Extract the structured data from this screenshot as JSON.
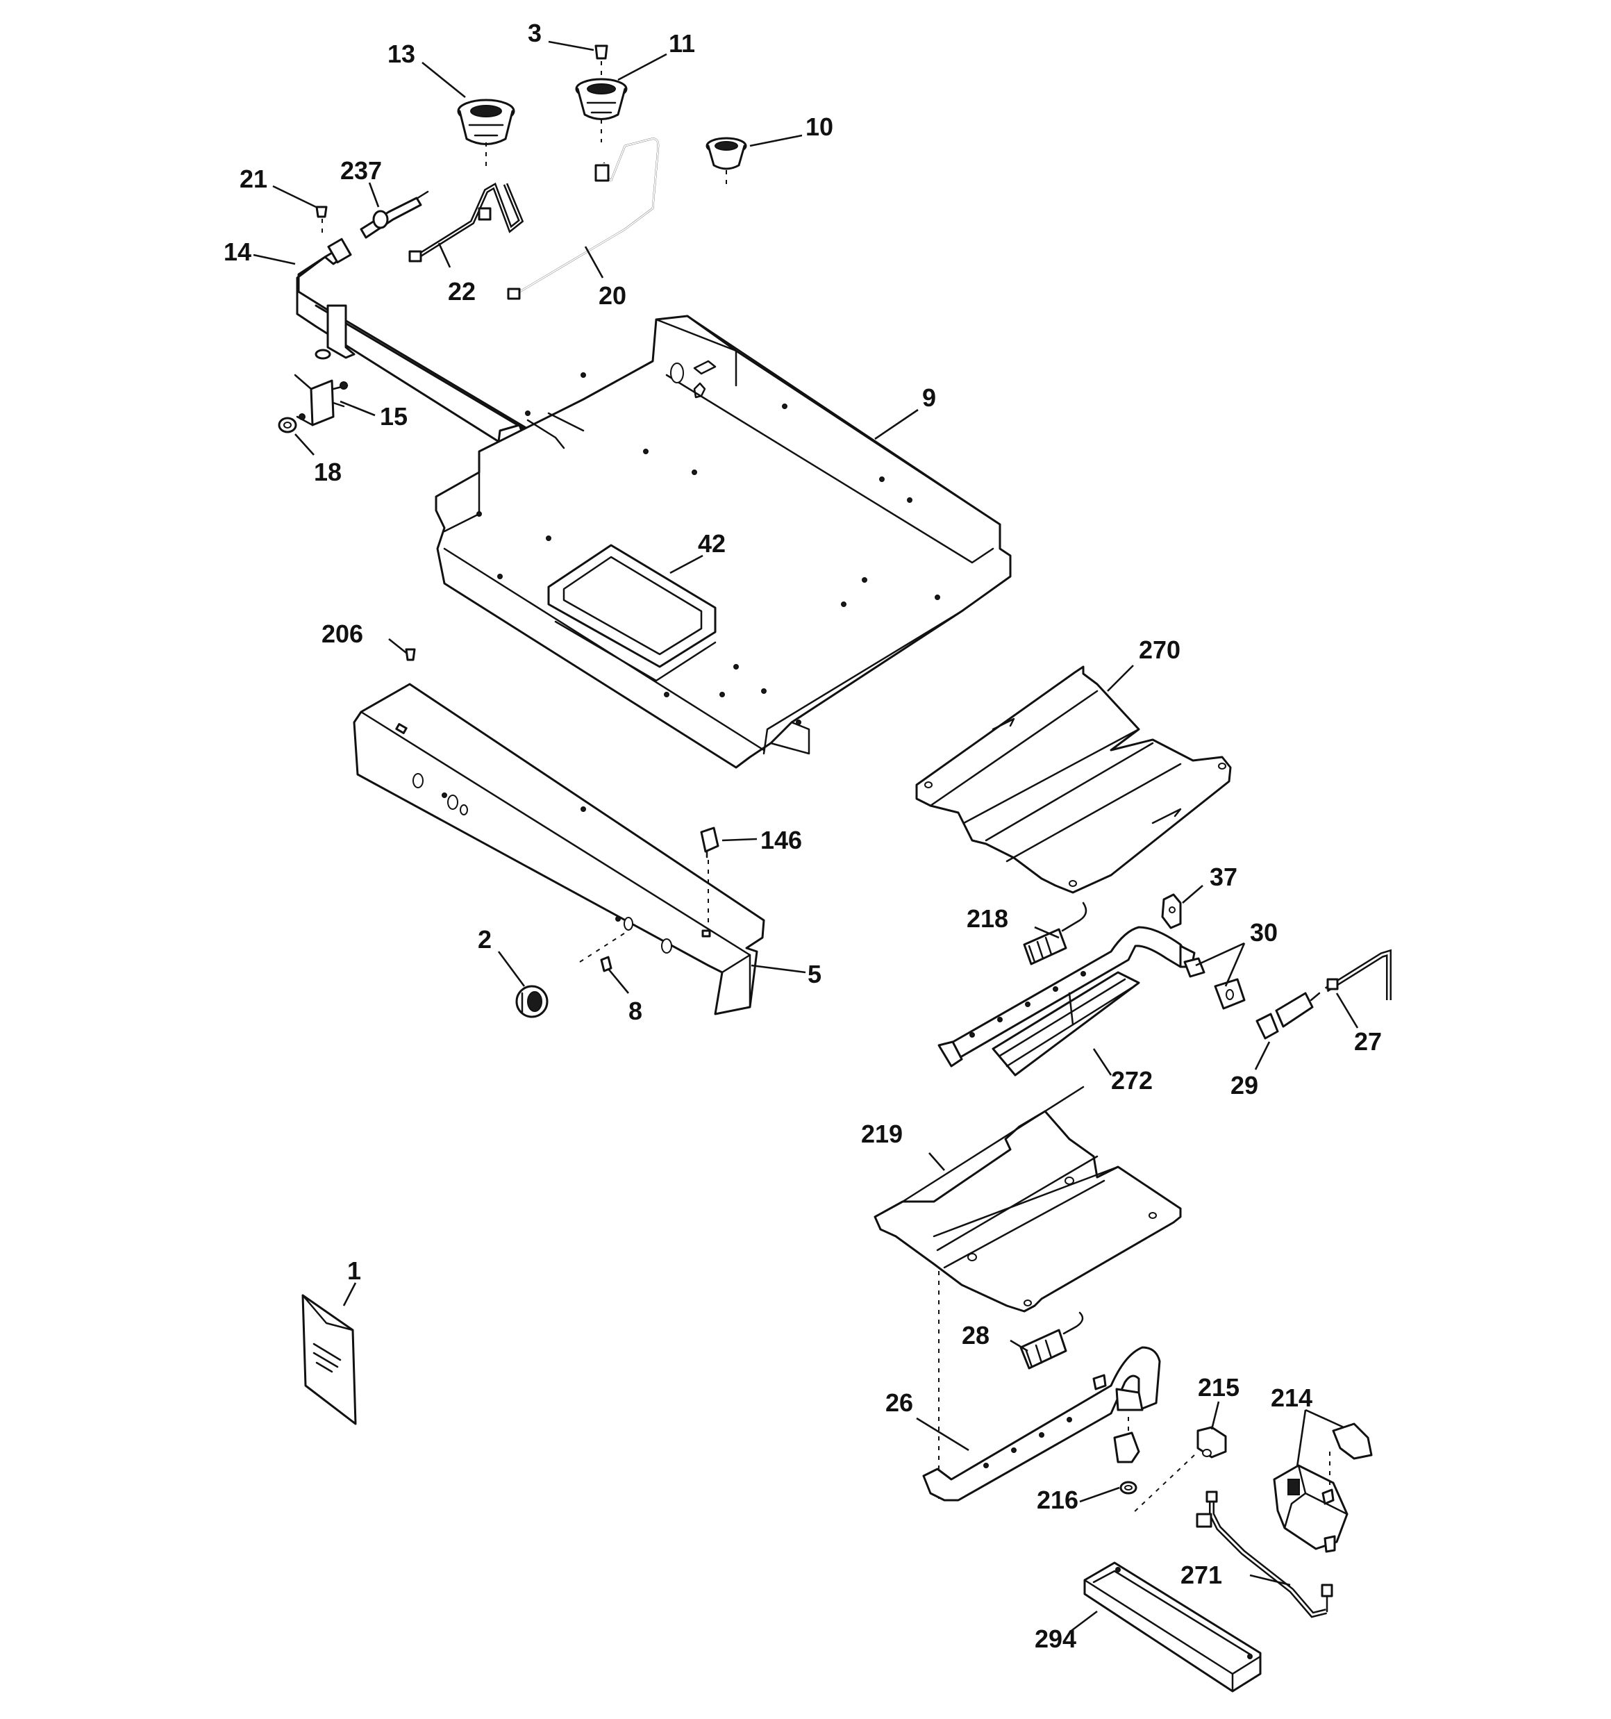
{
  "callouts": {
    "c1": "1",
    "c2": "2",
    "c3": "3",
    "c5": "5",
    "c8": "8",
    "c9": "9",
    "c10": "10",
    "c11": "11",
    "c13": "13",
    "c14": "14",
    "c15": "15",
    "c18": "18",
    "c20": "20",
    "c21": "21",
    "c22": "22",
    "c26": "26",
    "c27": "27",
    "c28": "28",
    "c29": "29",
    "c30": "30",
    "c37": "37",
    "c42": "42",
    "c146": "146",
    "c206": "206",
    "c214": "214",
    "c215": "215",
    "c216": "216",
    "c218": "218",
    "c219": "219",
    "c237": "237",
    "c270": "270",
    "c271": "271",
    "c272": "272",
    "c294": "294"
  }
}
